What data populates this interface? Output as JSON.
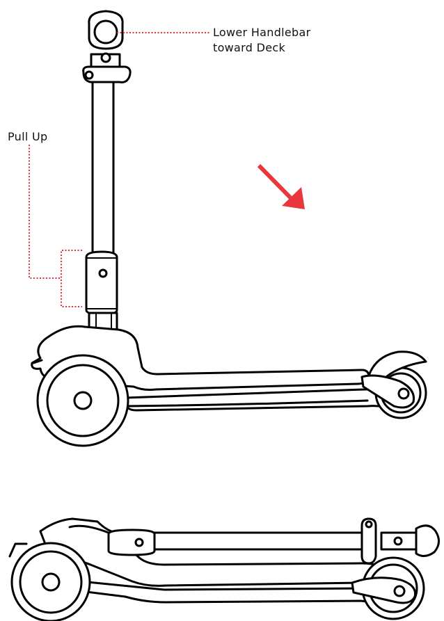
{
  "labels": {
    "lower_handlebar": [
      "Lower Handlebar",
      "toward Deck"
    ],
    "pull_up": "Pull Up"
  },
  "colors": {
    "annotation": "#e0303a",
    "arrow": "#e8383d",
    "ink": "#000000"
  },
  "icons": {
    "direction_arrow": "arrow-down-right-icon"
  }
}
